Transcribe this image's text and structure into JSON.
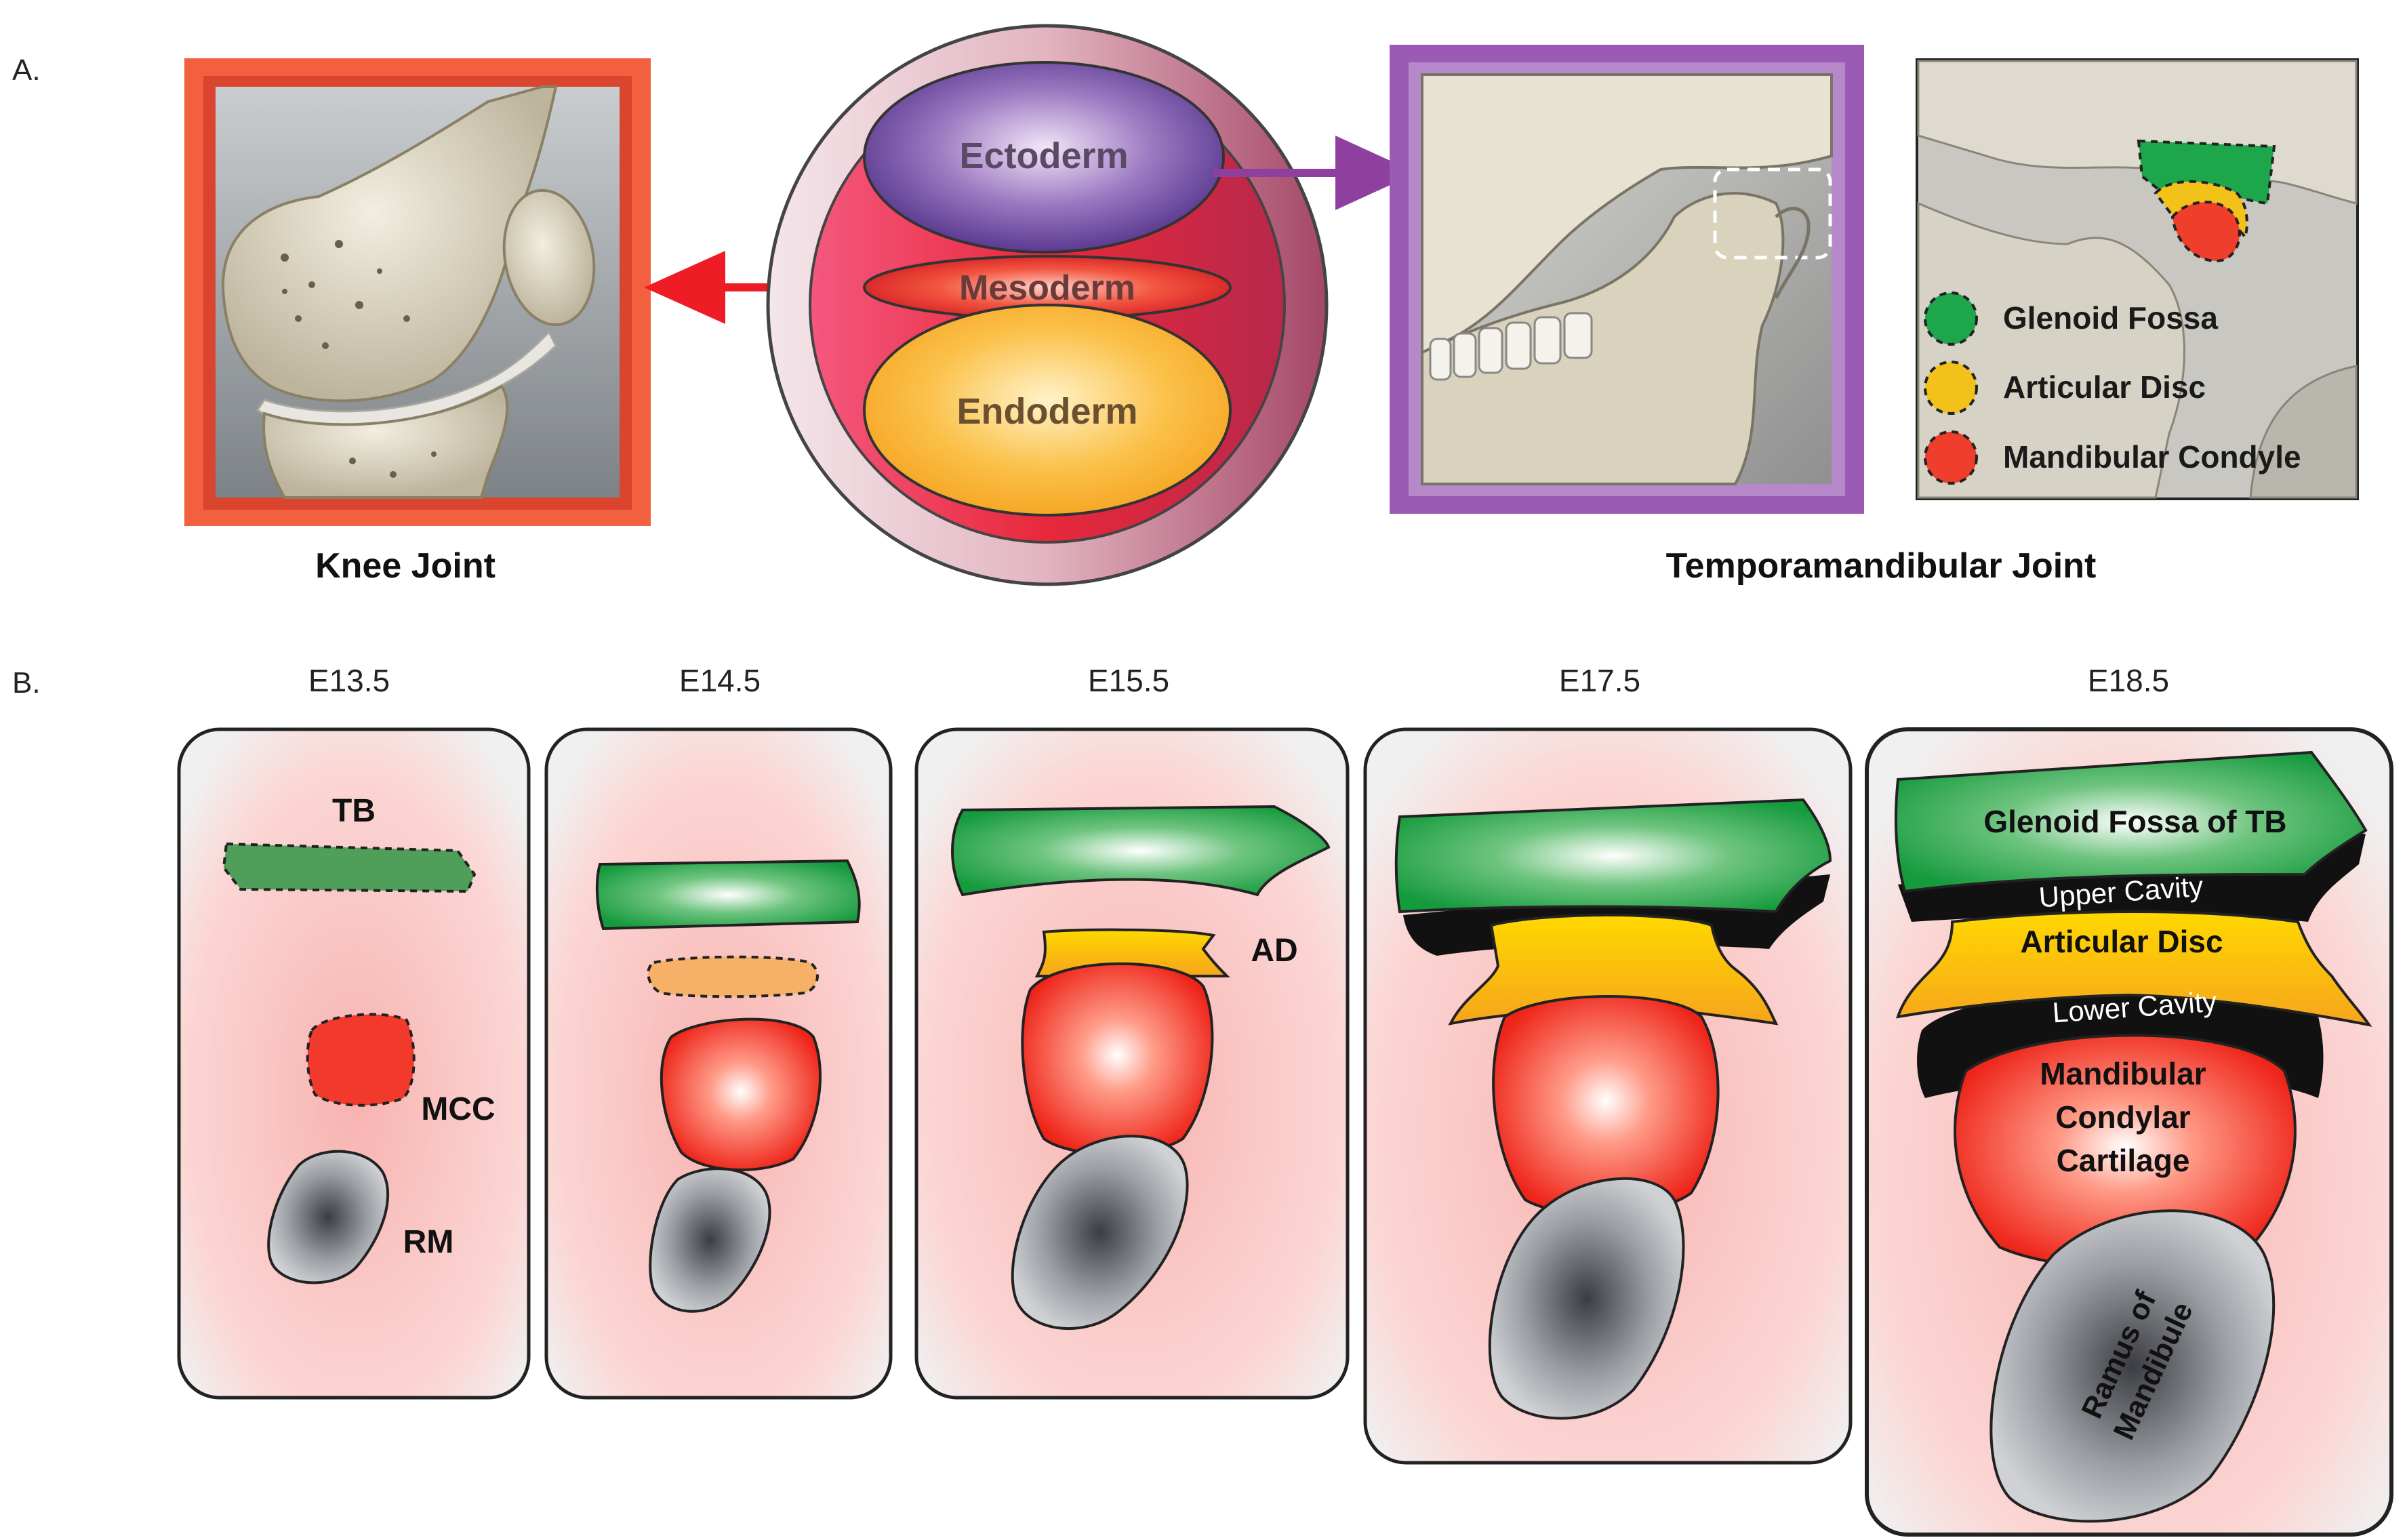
{
  "panels": {
    "a": "A.",
    "b": "B."
  },
  "germ_layers": {
    "ectoderm": "Ectoderm",
    "mesoderm": "Mesoderm",
    "endoderm": "Endoderm"
  },
  "joints": {
    "knee": "Knee Joint",
    "tmj": "Temporamandibular Joint"
  },
  "legend": [
    {
      "label": "Glenoid Fossa",
      "color": "#1ea64a"
    },
    {
      "label": "Articular Disc",
      "color": "#f2c21b"
    },
    {
      "label": "Mandibular Condyle",
      "color": "#ef3e2b"
    }
  ],
  "stages": [
    {
      "label": "E13.5"
    },
    {
      "label": "E14.5"
    },
    {
      "label": "E15.5"
    },
    {
      "label": "E17.5"
    },
    {
      "label": "E18.5"
    }
  ],
  "stage_labels": {
    "tb": "TB",
    "mcc": "MCC",
    "rm": "RM",
    "ad": "AD"
  },
  "final_stage": {
    "fossa": "Glenoid Fossa of TB",
    "upper_cavity": "Upper Cavity",
    "disc": "Articular Disc",
    "lower_cavity": "Lower Cavity",
    "condyle_1": "Mandibular",
    "condyle_2": "Condylar",
    "condyle_3": "Cartilage",
    "ramus_1": "Ramus of",
    "ramus_2": "Mandibule"
  },
  "colors": {
    "knee_frame": "#f2603f",
    "tmj_frame": "#9b5bb4",
    "mesoderm_arrow": "#ee1c24",
    "ectoderm_arrow": "#8f3f9e",
    "fossa": "#1e9a44",
    "disc": "#f6b31c",
    "condyle": "#ee2a1f",
    "ramus": "#8d8f94"
  }
}
